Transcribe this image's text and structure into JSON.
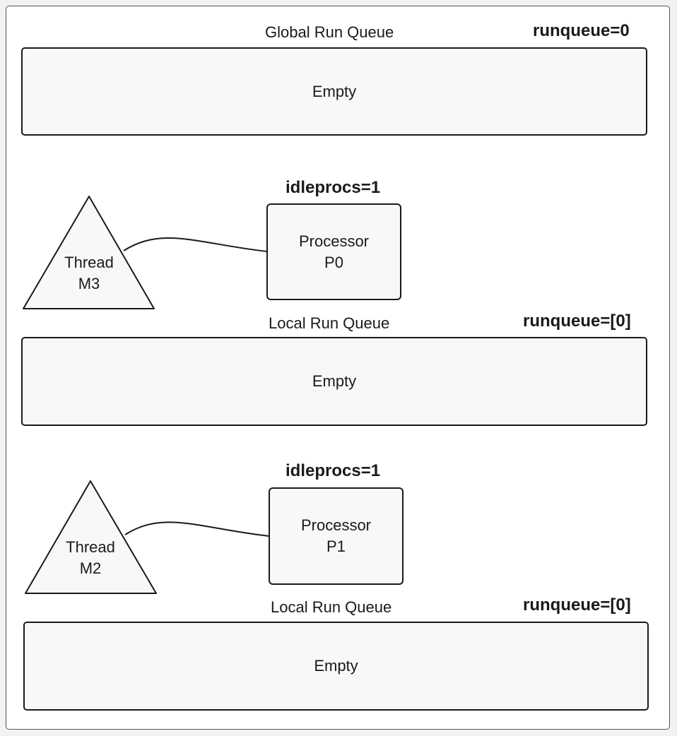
{
  "global_queue": {
    "title": "Global Run Queue",
    "count_label": "runqueue=0",
    "content": "Empty"
  },
  "groups": [
    {
      "idle_label": "idleprocs=1",
      "thread": {
        "line1": "Thread",
        "line2": "M3"
      },
      "processor": {
        "line1": "Processor",
        "line2": "P0"
      },
      "local_queue": {
        "title": "Local Run Queue",
        "count_label": "runqueue=[0]",
        "content": "Empty"
      }
    },
    {
      "idle_label": "idleprocs=1",
      "thread": {
        "line1": "Thread",
        "line2": "M2"
      },
      "processor": {
        "line1": "Processor",
        "line2": "P1"
      },
      "local_queue": {
        "title": "Local Run Queue",
        "count_label": "runqueue=[0]",
        "content": "Empty"
      }
    }
  ],
  "colors": {
    "background": "#f2f2f2",
    "canvas": "#ffffff",
    "shape_fill": "#f8f8f8",
    "stroke": "#1a1a1a"
  }
}
